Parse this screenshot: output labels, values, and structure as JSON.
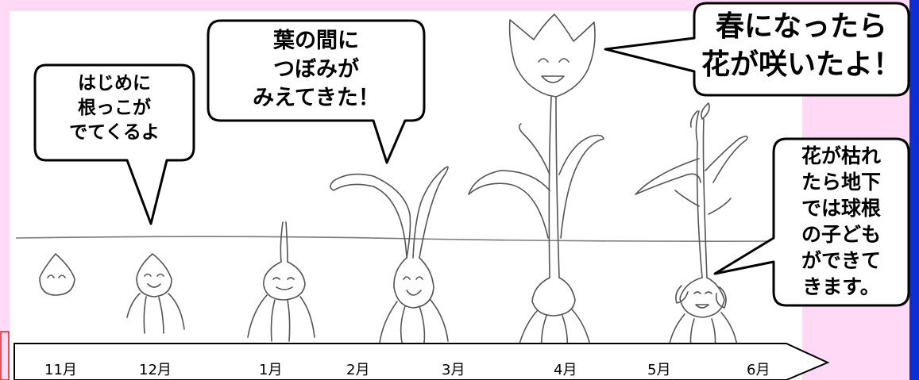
{
  "bubbles": {
    "b1": [
      "はじめに",
      "根っこが",
      "でてくるよ"
    ],
    "b2": [
      "葉の間に",
      "つぼみが",
      "みえてきた！"
    ],
    "b3": [
      "春になったら",
      "花が咲いたよ！"
    ],
    "b4": [
      "花が枯れ",
      "たら地下",
      "では球根",
      "の子ども",
      "ができて",
      "きます。"
    ]
  },
  "months": [
    "11月",
    "12月",
    "1月",
    "2月",
    "3月",
    "4月",
    "5月",
    "6月"
  ],
  "colors": {
    "frame_pink": "#ffd9f5",
    "right_blue": "#0a2fd6",
    "ink": "#555555",
    "accent_red": "#e02020"
  }
}
